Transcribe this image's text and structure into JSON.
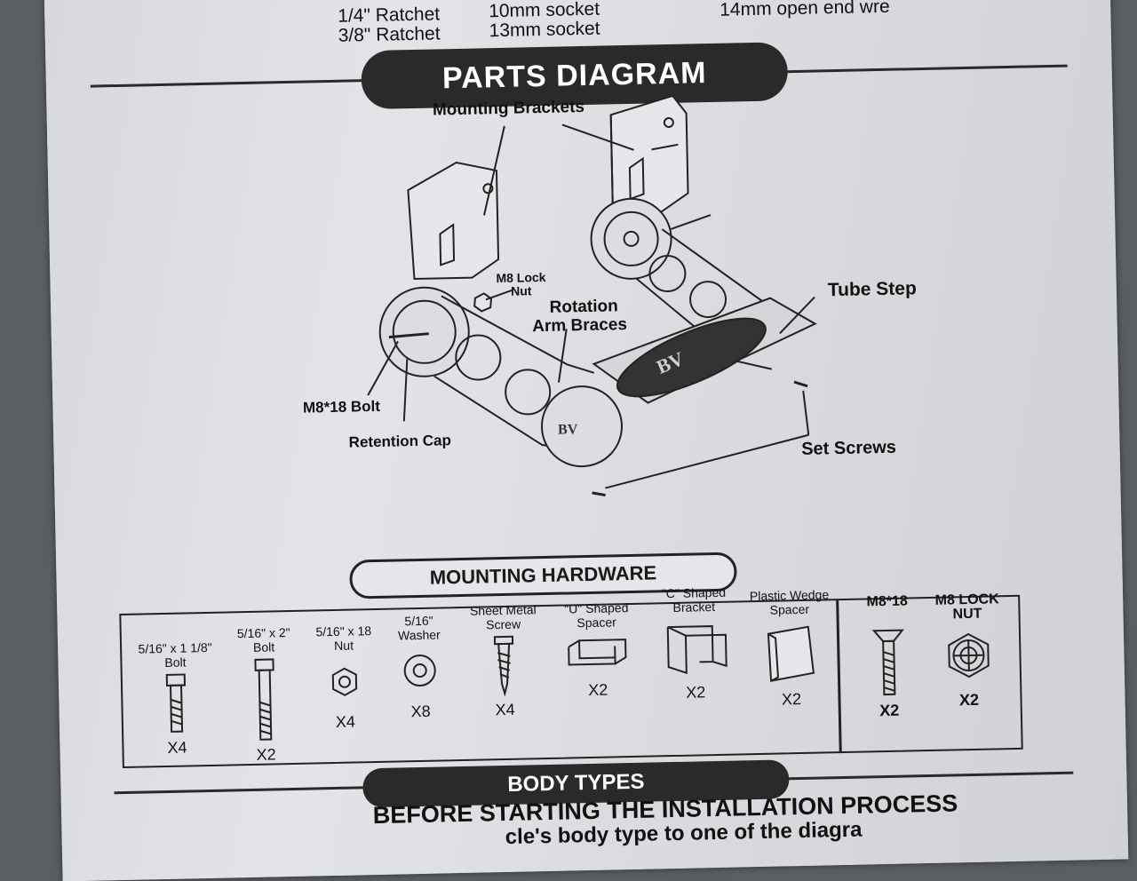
{
  "tools": {
    "ratchet_1": "1/4\" Ratchet",
    "ratchet_2": "3/8\" Ratchet",
    "socket_1": "10mm socket",
    "socket_2": "13mm socket",
    "wrench": "14mm open end wre"
  },
  "parts_title": "PARTS DIAGRAM",
  "callouts": {
    "mounting_brackets": "Mounting Brackets",
    "m8_lock_nut_1": "M8 Lock",
    "m8_lock_nut_2": "Nut",
    "rotation_1": "Rotation",
    "rotation_2": "Arm Braces",
    "tube_step": "Tube Step",
    "m8_bolt": "M8*18 Bolt",
    "retention_cap": "Retention Cap",
    "set_screws": "Set Screws",
    "brand": "BV"
  },
  "hardware": {
    "title": "MOUNTING HARDWARE",
    "items": [
      {
        "label1": "5/16\" x 1 1/8\"",
        "label2": "Bolt",
        "qty": "X4"
      },
      {
        "label1": "5/16\" x 2\"",
        "label2": "Bolt",
        "qty": "X2"
      },
      {
        "label1": "5/16\" x 18",
        "label2": "Nut",
        "qty": "X4"
      },
      {
        "label1": "5/16\"",
        "label2": "Washer",
        "qty": "X8"
      },
      {
        "label1": "Sheet Metal",
        "label2": "Screw",
        "qty": "X4"
      },
      {
        "label1": "\"U\" Shaped",
        "label2": "Spacer",
        "qty": "X2"
      },
      {
        "label1": "\"C\" Shaped",
        "label2": "Bracket",
        "qty": "X2"
      },
      {
        "label1": "Plastic Wedge",
        "label2": "Spacer",
        "qty": "X2"
      },
      {
        "label1": "M8*18",
        "label2": "",
        "qty": "X2"
      },
      {
        "label1": "M8 LOCK",
        "label2": "NUT",
        "qty": "X2"
      }
    ]
  },
  "body_types_title": "BODY TYPES",
  "footer": {
    "line1": "BEFORE STARTING THE INSTALLATION PROCESS",
    "line2": "cle's body type to one of the diagra"
  }
}
